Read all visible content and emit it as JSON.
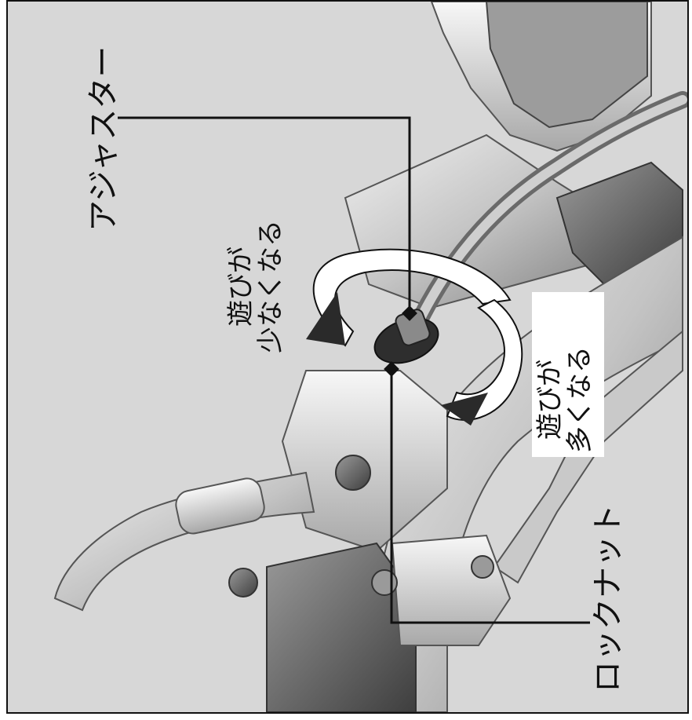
{
  "labels": {
    "adjuster": "アジャスター",
    "locknut": "ロックナット",
    "less_play_line1": "遊びが",
    "less_play_line2": "少なくなる",
    "more_play_line1": "遊びが",
    "more_play_line2": "多くなる"
  },
  "colors": {
    "background": "#d7d7d7",
    "metal_light": "#e8e8e8",
    "metal_mid": "#b9b9b9",
    "metal_dark": "#5a5a5a",
    "line": "#111111",
    "arrow_fill": "#ffffff",
    "arrow_head": "#2a2a2a"
  }
}
